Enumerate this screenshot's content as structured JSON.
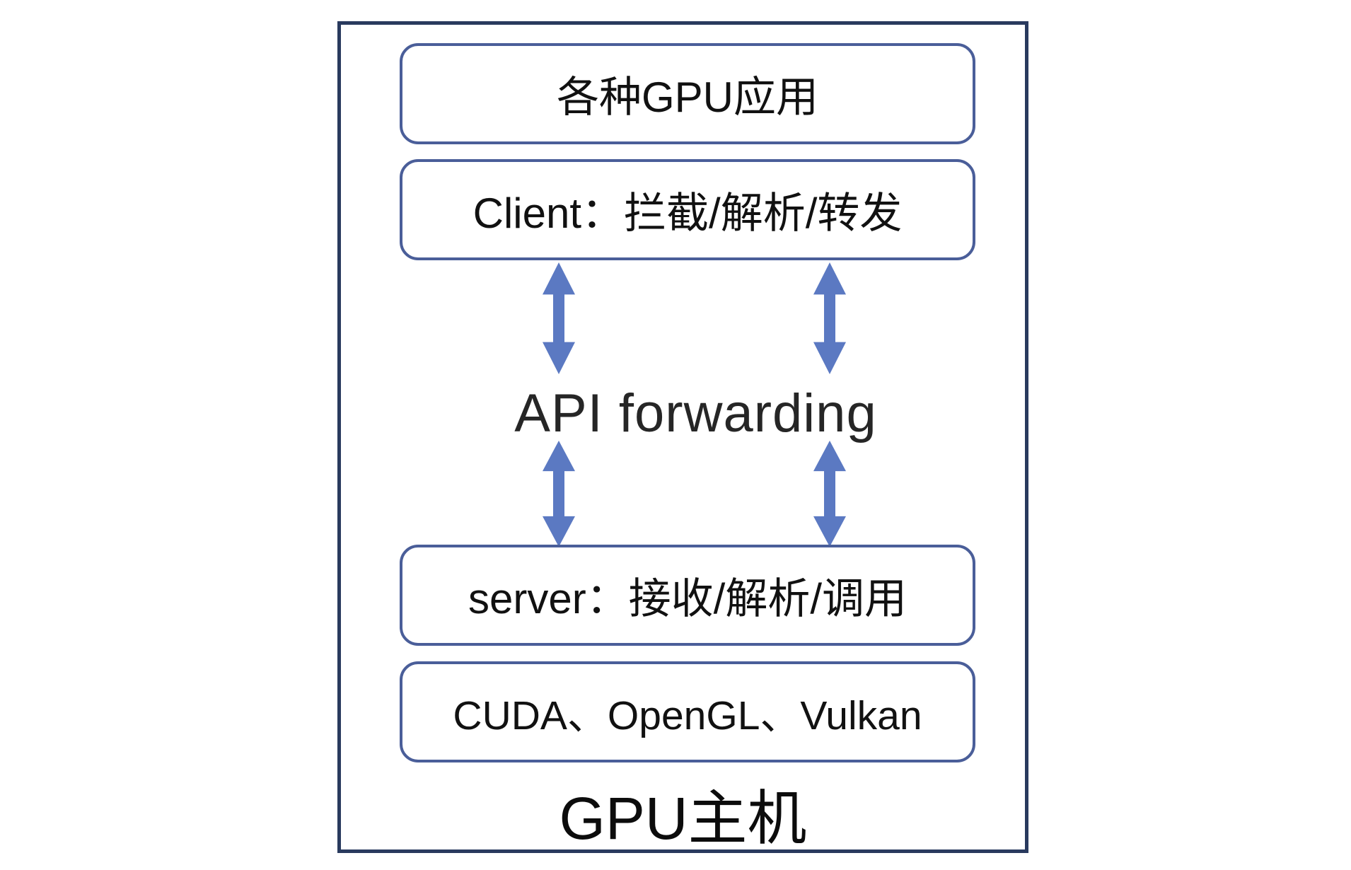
{
  "diagram": {
    "boxes": {
      "apps": {
        "label": "各种GPU应用"
      },
      "client": {
        "label": "Client：拦截/解析/转发"
      },
      "server": {
        "label": "server：接收/解析/调用"
      },
      "libs": {
        "label": "CUDA、OpenGL、Vulkan"
      }
    },
    "api_label": "API forwarding",
    "host_label": "GPU主机",
    "colors": {
      "outer_border": "#293a5e",
      "box_border": "#4a5e99",
      "arrow_fill": "#5b79c2",
      "box_text": "#111111",
      "api_text": "#262626"
    }
  }
}
